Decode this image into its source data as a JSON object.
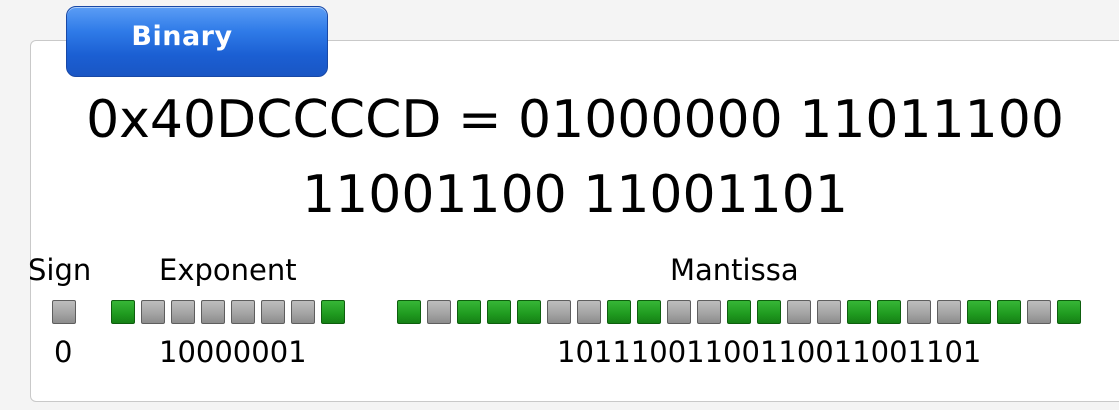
{
  "tab": {
    "label": "Binary"
  },
  "hex": {
    "line1": "0x40DCCCCD = 01000000 11011100",
    "line2": "11001100 11001101"
  },
  "headers": {
    "sign": "Sign",
    "exponent": "Exponent",
    "mantissa": "Mantissa"
  },
  "values": {
    "sign": "0",
    "exponent": "10000001",
    "mantissa": "10111001100110011001101"
  },
  "colors": {
    "bit_on": "#1f9a1f",
    "bit_off": "#a2a2a2",
    "tab": "#2f7be8"
  }
}
